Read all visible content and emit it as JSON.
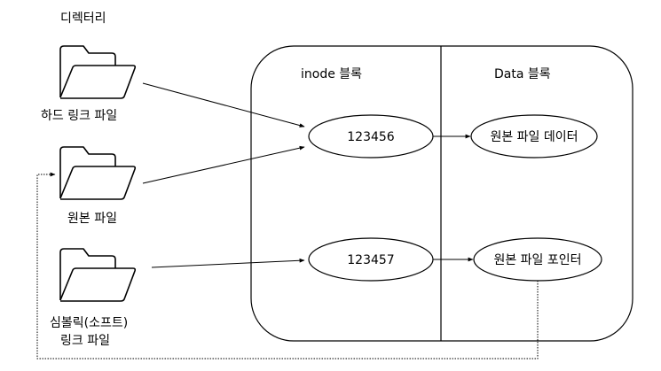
{
  "title": "디렉터리",
  "left": {
    "hardlink_label": "하드 링크 파일",
    "original_label": "원본 파일",
    "symlink_label_line1": "심볼릭(소프트)",
    "symlink_label_line2": "링크 파일"
  },
  "inode_block": {
    "title": "inode 블록",
    "inode_1": "123456",
    "inode_2": "123457"
  },
  "data_block": {
    "title": "Data 블록",
    "item_1": "원본 파일 데이터",
    "item_2": "원본 파일 포인터"
  },
  "icons": {
    "folder_1": "folder-icon",
    "folder_2": "folder-icon",
    "folder_3": "folder-icon"
  }
}
